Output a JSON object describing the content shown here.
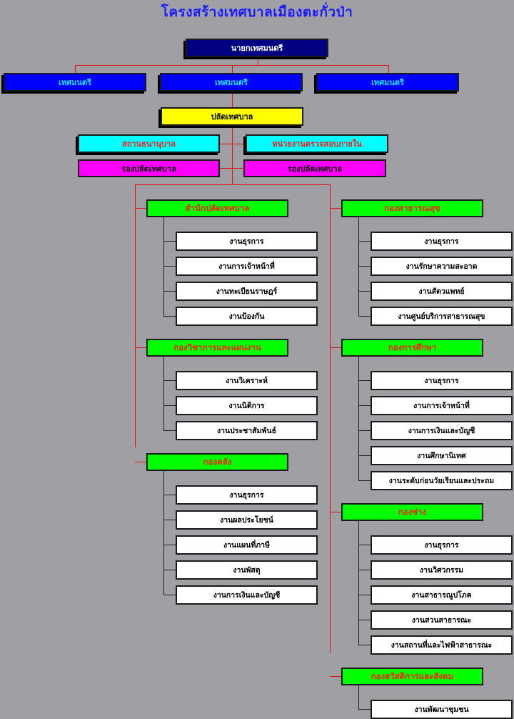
{
  "title": "โครงสร้างเทศบาลเมืองตะกั่วป่า",
  "colors": {
    "background": "#a09fa4",
    "title": "#1a1aff",
    "mayor_box": "#000080",
    "council_box": "#0000ff",
    "clerk_box": "#ffff00",
    "office_box": "#00ffff",
    "deputy_box": "#ff00ff",
    "department_box": "#00ff00",
    "unit_box": "#ffffff",
    "connector": "#e01010"
  },
  "mayor": "นายกเทศมนตรี",
  "deputy_mayors": [
    "เทศมนตรี",
    "เทศมนตรี",
    "เทศมนตรี"
  ],
  "clerk": "ปลัดเทศบาล",
  "offices": [
    "สถานธนานุบาล",
    "หน่วยงานตรวจสอบภายใน"
  ],
  "deputy_clerks": [
    "รองปลัดเทศบาล",
    "รองปลัดเทศบาล"
  ],
  "departments_left": [
    {
      "name": "สำนักปลัดเทศบาล",
      "units": [
        "งานธุรการ",
        "งานการเจ้าหน้าที่",
        "งานทะเบียนราษฎร์",
        "งานป้องกัน"
      ]
    },
    {
      "name": "กองวิชาการและแผนงาน",
      "units": [
        "งานวิเคราะห์",
        "งานนิติการ",
        "งานประชาสัมพันธ์"
      ]
    },
    {
      "name": "กองคลัง",
      "units": [
        "งานธุรการ",
        "งานผลประโยชน์",
        "งานแผนที่ภาษี",
        "งานพัสดุ",
        "งานการเงินและบัญชี"
      ]
    }
  ],
  "departments_right": [
    {
      "name": "กองสาธารณสุข",
      "units": [
        "งานธุรการ",
        "งานรักษาความสะอาด",
        "งานสัตวแพทย์",
        "งานศูนย์บริการสาธารณสุข"
      ]
    },
    {
      "name": "กองการศึกษา",
      "units": [
        "งานธุรการ",
        "งานการเจ้าหน้าที่",
        "งานการเงินและบัญชี",
        "งานศึกษานิเทศ",
        "งานระดับก่อนวัยเรียนและประถม"
      ]
    },
    {
      "name": "กองช่าง",
      "units": [
        "งานธุรการ",
        "งานวิศวกรรม",
        "งานสาธารณูปโภค",
        "งานสวนสาธารณะ",
        "งานสถานที่และไฟฟ้าสาธารณะ"
      ]
    },
    {
      "name": "กองสวัสดิการและสังคม",
      "units": [
        "งานพัฒนาชุมชน"
      ]
    }
  ]
}
